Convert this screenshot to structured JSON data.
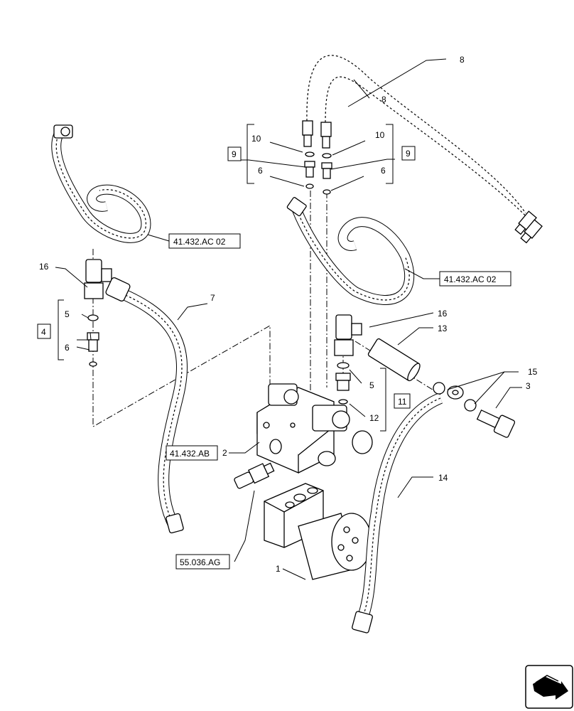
{
  "callouts": {
    "c1": "1",
    "c2": "2",
    "c3": "3",
    "c4": "4",
    "c5a": "5",
    "c5b": "5",
    "c6a": "6",
    "c6b": "6",
    "c6c": "6",
    "c7": "7",
    "c8a": "8",
    "c8b": "8",
    "c9a": "9",
    "c9b": "9",
    "c10a": "10",
    "c10b": "10",
    "c11": "11",
    "c12": "12",
    "c13": "13",
    "c14": "14",
    "c15": "15",
    "c16a": "16",
    "c16b": "16"
  },
  "references": {
    "ref_ac02_left": "41.432.AC 02",
    "ref_ac02_right": "41.432.AC 02",
    "ref_ab": "41.432.AB",
    "ref_ag": "55.036.AG"
  },
  "icons": {
    "nav": "next-page-arrow-icon"
  }
}
